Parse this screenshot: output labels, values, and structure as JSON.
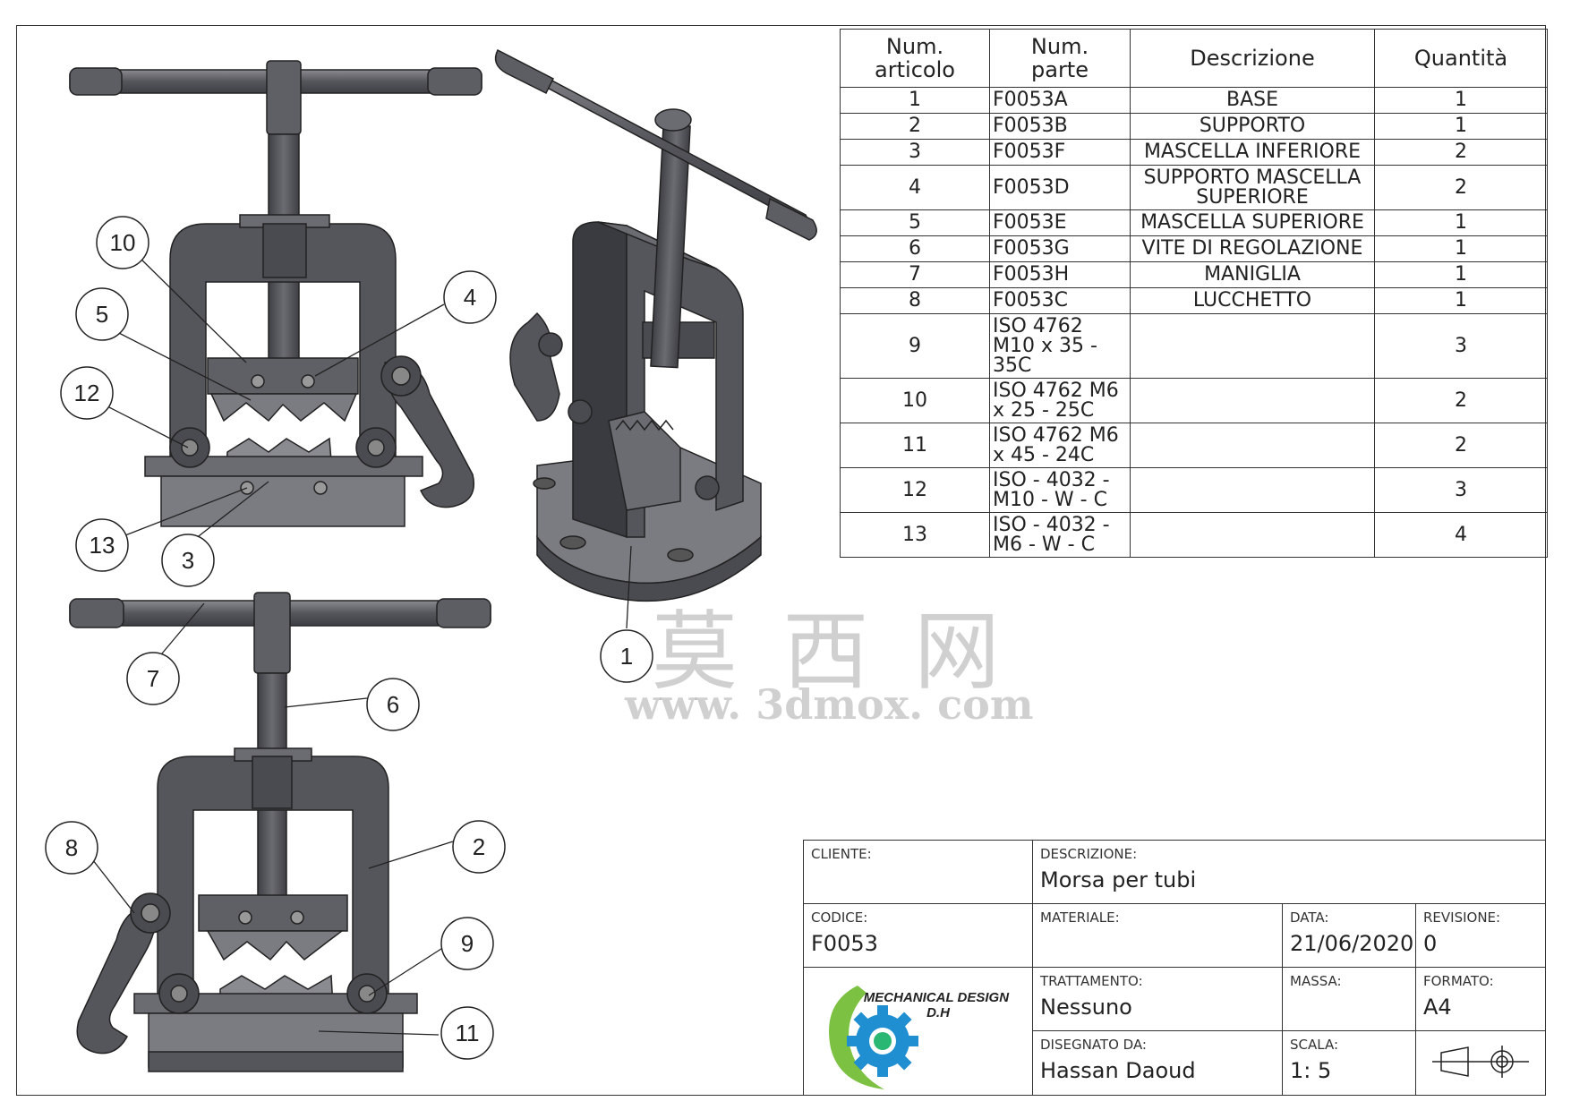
{
  "bom": {
    "headers": {
      "item": "Num.\narticolo",
      "part": "Num.\nparte",
      "desc": "Descrizione",
      "qty": "Quantità"
    },
    "rows": [
      {
        "item": "1",
        "part": "F0053A",
        "desc": "BASE",
        "qty": "1"
      },
      {
        "item": "2",
        "part": "F0053B",
        "desc": "SUPPORTO",
        "qty": "1"
      },
      {
        "item": "3",
        "part": "F0053F",
        "desc": "MASCELLA INFERIORE",
        "qty": "2"
      },
      {
        "item": "4",
        "part": "F0053D",
        "desc": "SUPPORTO MASCELLA\nSUPERIORE",
        "qty": "2"
      },
      {
        "item": "5",
        "part": "F0053E",
        "desc": "MASCELLA SUPERIORE",
        "qty": "1"
      },
      {
        "item": "6",
        "part": "F0053G",
        "desc": "VITE DI REGOLAZIONE",
        "qty": "1"
      },
      {
        "item": "7",
        "part": "F0053H",
        "desc": "MANIGLIA",
        "qty": "1"
      },
      {
        "item": "8",
        "part": "F0053C",
        "desc": "LUCCHETTO",
        "qty": "1"
      },
      {
        "item": "9",
        "part": "ISO 4762\nM10 x 35 -\n35C",
        "desc": "",
        "qty": "3"
      },
      {
        "item": "10",
        "part": "ISO 4762 M6\nx 25 - 25C",
        "desc": "",
        "qty": "2"
      },
      {
        "item": "11",
        "part": "ISO 4762 M6\nx 45 - 24C",
        "desc": "",
        "qty": "2"
      },
      {
        "item": "12",
        "part": "ISO - 4032 -\nM10 - W - C",
        "desc": "",
        "qty": "3"
      },
      {
        "item": "13",
        "part": "ISO - 4032 -\nM6 - W - C",
        "desc": "",
        "qty": "4"
      }
    ]
  },
  "balloons": [
    "1",
    "2",
    "3",
    "4",
    "5",
    "6",
    "7",
    "8",
    "9",
    "10",
    "11",
    "12",
    "13"
  ],
  "title_block": {
    "cliente": {
      "label": "CLIENTE:",
      "value": ""
    },
    "descrizione": {
      "label": "DESCRIZIONE:",
      "value": "Morsa per tubi"
    },
    "codice": {
      "label": "CODICE:",
      "value": "F0053"
    },
    "materiale": {
      "label": "MATERIALE:",
      "value": ""
    },
    "data": {
      "label": "DATA:",
      "value": "21/06/2020"
    },
    "revisione": {
      "label": "REVISIONE:",
      "value": "0"
    },
    "trattamento": {
      "label": "TRATTAMENTO:",
      "value": "Nessuno"
    },
    "massa": {
      "label": "MASSA:",
      "value": ""
    },
    "formato": {
      "label": "FORMATO:",
      "value": "A4"
    },
    "disegnato": {
      "label": "DISEGNATO DA:",
      "value": "Hassan Daoud"
    },
    "scala": {
      "label": "SCALA:",
      "value": "1: 5"
    },
    "logo_text": "MECHANICAL DESIGN\nD.H"
  },
  "watermark": {
    "cn": "莫 西 网",
    "url": "www. 3dmox. com"
  },
  "colors": {
    "steel": "#55565c",
    "steel_dark": "#3a3b40",
    "line": "#222222",
    "logo_green": "#7cc142",
    "logo_blue": "#1f8fd1"
  }
}
